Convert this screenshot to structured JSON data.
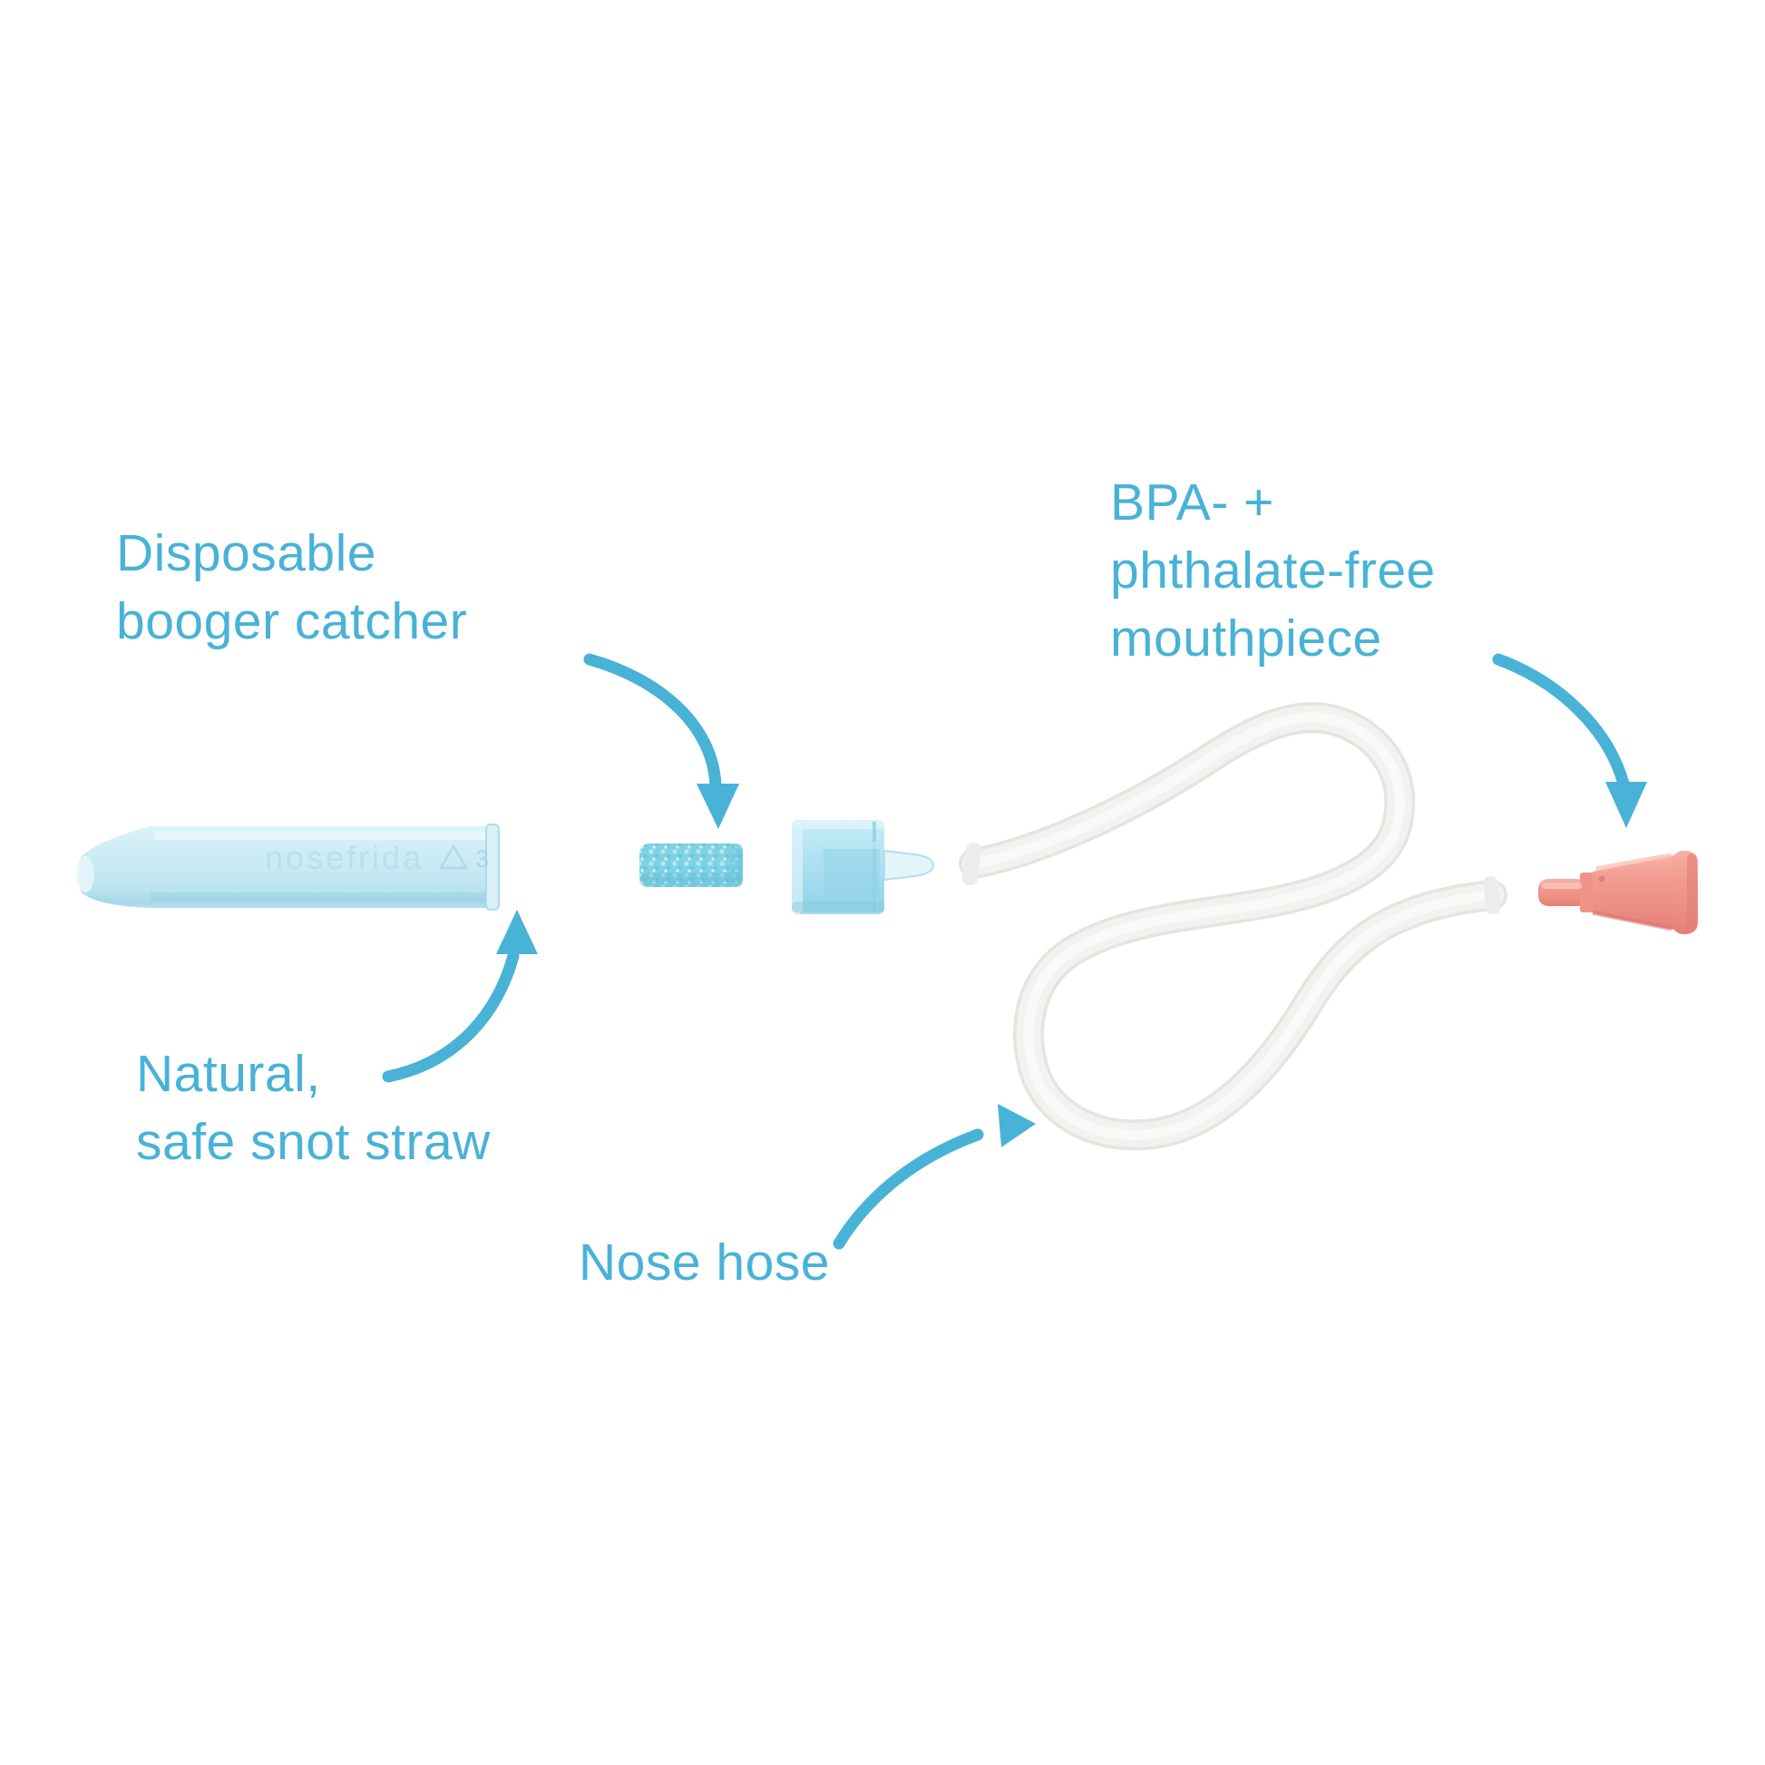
{
  "diagram": {
    "title": "Nasal aspirator exploded-parts diagram",
    "background": "#ffffff"
  },
  "colors": {
    "accent_blue": "#48b2d7",
    "straw_blue": "#c8eaf4",
    "foam_blue": "#7fd2e4",
    "cap_blue": "#a9def0",
    "hose_white": "#f2f2ef",
    "mouthpiece_pink": "#f29a8e"
  },
  "labels": {
    "booger_catcher": {
      "lines": [
        "Disposable",
        "booger catcher"
      ]
    },
    "mouthpiece": {
      "lines": [
        "BPA- +",
        "phthalate-free",
        "mouthpiece"
      ]
    },
    "snot_straw": {
      "lines": [
        "Natural,",
        "safe snot straw"
      ]
    },
    "nose_hose": {
      "lines": [
        "Nose hose"
      ]
    }
  },
  "parts": {
    "snot_straw": {
      "emboss_text": "nosefrida",
      "recycle_code": "3"
    }
  }
}
